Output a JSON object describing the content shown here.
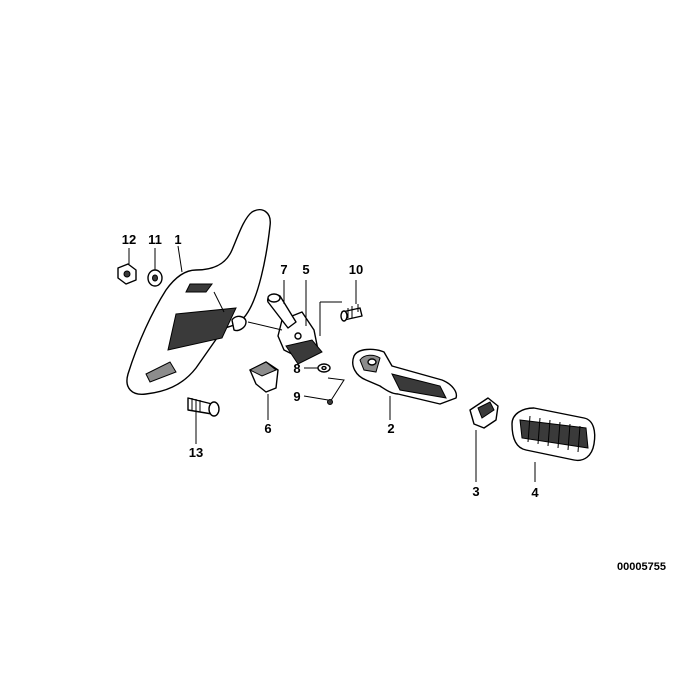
{
  "diagram": {
    "reference_number": "00005755",
    "callouts": [
      {
        "id": "1",
        "label": "1"
      },
      {
        "id": "2",
        "label": "2"
      },
      {
        "id": "3",
        "label": "3"
      },
      {
        "id": "4",
        "label": "4"
      },
      {
        "id": "5",
        "label": "5"
      },
      {
        "id": "6",
        "label": "6"
      },
      {
        "id": "7",
        "label": "7"
      },
      {
        "id": "8",
        "label": "8"
      },
      {
        "id": "9",
        "label": "9"
      },
      {
        "id": "10",
        "label": "10"
      },
      {
        "id": "11",
        "label": "11"
      },
      {
        "id": "12",
        "label": "12"
      },
      {
        "id": "13",
        "label": "13"
      }
    ]
  }
}
